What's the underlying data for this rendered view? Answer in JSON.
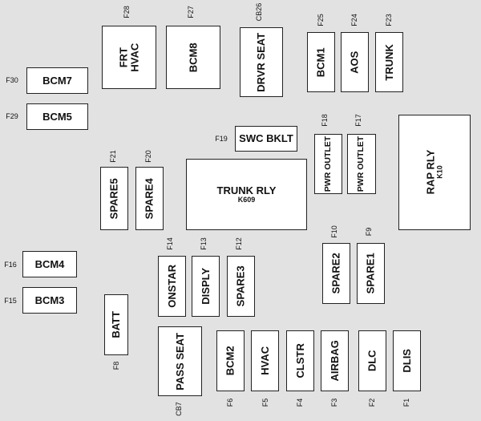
{
  "fuses": [
    {
      "id": "F30",
      "name": "BCM7"
    },
    {
      "id": "F29",
      "name": "BCM5"
    },
    {
      "id": "F28",
      "name": "FRT\nHVAC"
    },
    {
      "id": "F27",
      "name": "BCM8"
    },
    {
      "id": "CB26",
      "name": "DRVR SEAT"
    },
    {
      "id": "F25",
      "name": "BCM1"
    },
    {
      "id": "F24",
      "name": "AOS"
    },
    {
      "id": "F23",
      "name": "TRUNK"
    },
    {
      "id": "F19",
      "name": "SWC BKLT"
    },
    {
      "id": "F18",
      "name": "PWR OUTLET"
    },
    {
      "id": "F17",
      "name": "PWR OUTLET"
    },
    {
      "id": "F21",
      "name": "SPARE5"
    },
    {
      "id": "F20",
      "name": "SPARE4"
    },
    {
      "id": "F16",
      "name": "BCM4"
    },
    {
      "id": "F15",
      "name": "BCM3"
    },
    {
      "id": "F8",
      "name": "BATT"
    },
    {
      "id": "F14",
      "name": "ONSTAR"
    },
    {
      "id": "F13",
      "name": "DISPLY"
    },
    {
      "id": "F12",
      "name": "SPARE3"
    },
    {
      "id": "F10",
      "name": "SPARE2"
    },
    {
      "id": "F9",
      "name": "SPARE1"
    },
    {
      "id": "CB7",
      "name": "PASS SEAT"
    },
    {
      "id": "F6",
      "name": "BCM2"
    },
    {
      "id": "F5",
      "name": "HVAC"
    },
    {
      "id": "F4",
      "name": "CLSTR"
    },
    {
      "id": "F3",
      "name": "AIRBAG"
    },
    {
      "id": "F2",
      "name": "DLC"
    },
    {
      "id": "F1",
      "name": "DLIS"
    }
  ],
  "relays": [
    {
      "id": "K609",
      "name": "TRUNK RLY"
    },
    {
      "id": "K10",
      "name": "RAP RLY"
    }
  ]
}
